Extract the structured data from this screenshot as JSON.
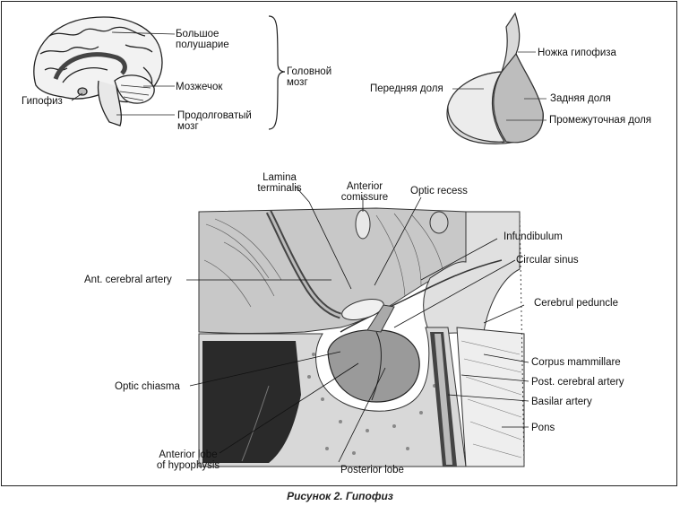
{
  "brain_labels": {
    "cerebrum": "Большое\nполушарие",
    "cerebellum": "Мозжечок",
    "medulla": "Продолговатый\nмозг",
    "pituitary": "Гипофиз",
    "brain_group": "Головной\nмозг"
  },
  "hypophysis_labels": {
    "stalk": "Ножка гипофиза",
    "anterior": "Передняя доля",
    "posterior": "Задняя доля",
    "intermediate": "Промежуточная доля"
  },
  "section_labels": {
    "lamina_terminalis": "Lamina\nterminalis",
    "anterior_comissure": "Anterior\ncomissure",
    "optic_recess": "Optic recess",
    "infundibulum": "Infundibulum",
    "circular_sinus": "Circular sinus",
    "ant_cerebral_artery": "Ant. cerebral artery",
    "cerebrul_peduncle": "Cerebrul peduncle",
    "corpus_mammillare": "Corpus mammillare",
    "post_cerebral_artery": "Post. cerebral artery",
    "basilar_artery": "Basilar artery",
    "pons": "Pons",
    "optic_chiasma": "Optic chiasma",
    "anterior_lobe": "Anterior lobe\nof hypophysis",
    "posterior_lobe": "Posterior lobe"
  },
  "caption": "Рисунок 2. Гипофиз"
}
